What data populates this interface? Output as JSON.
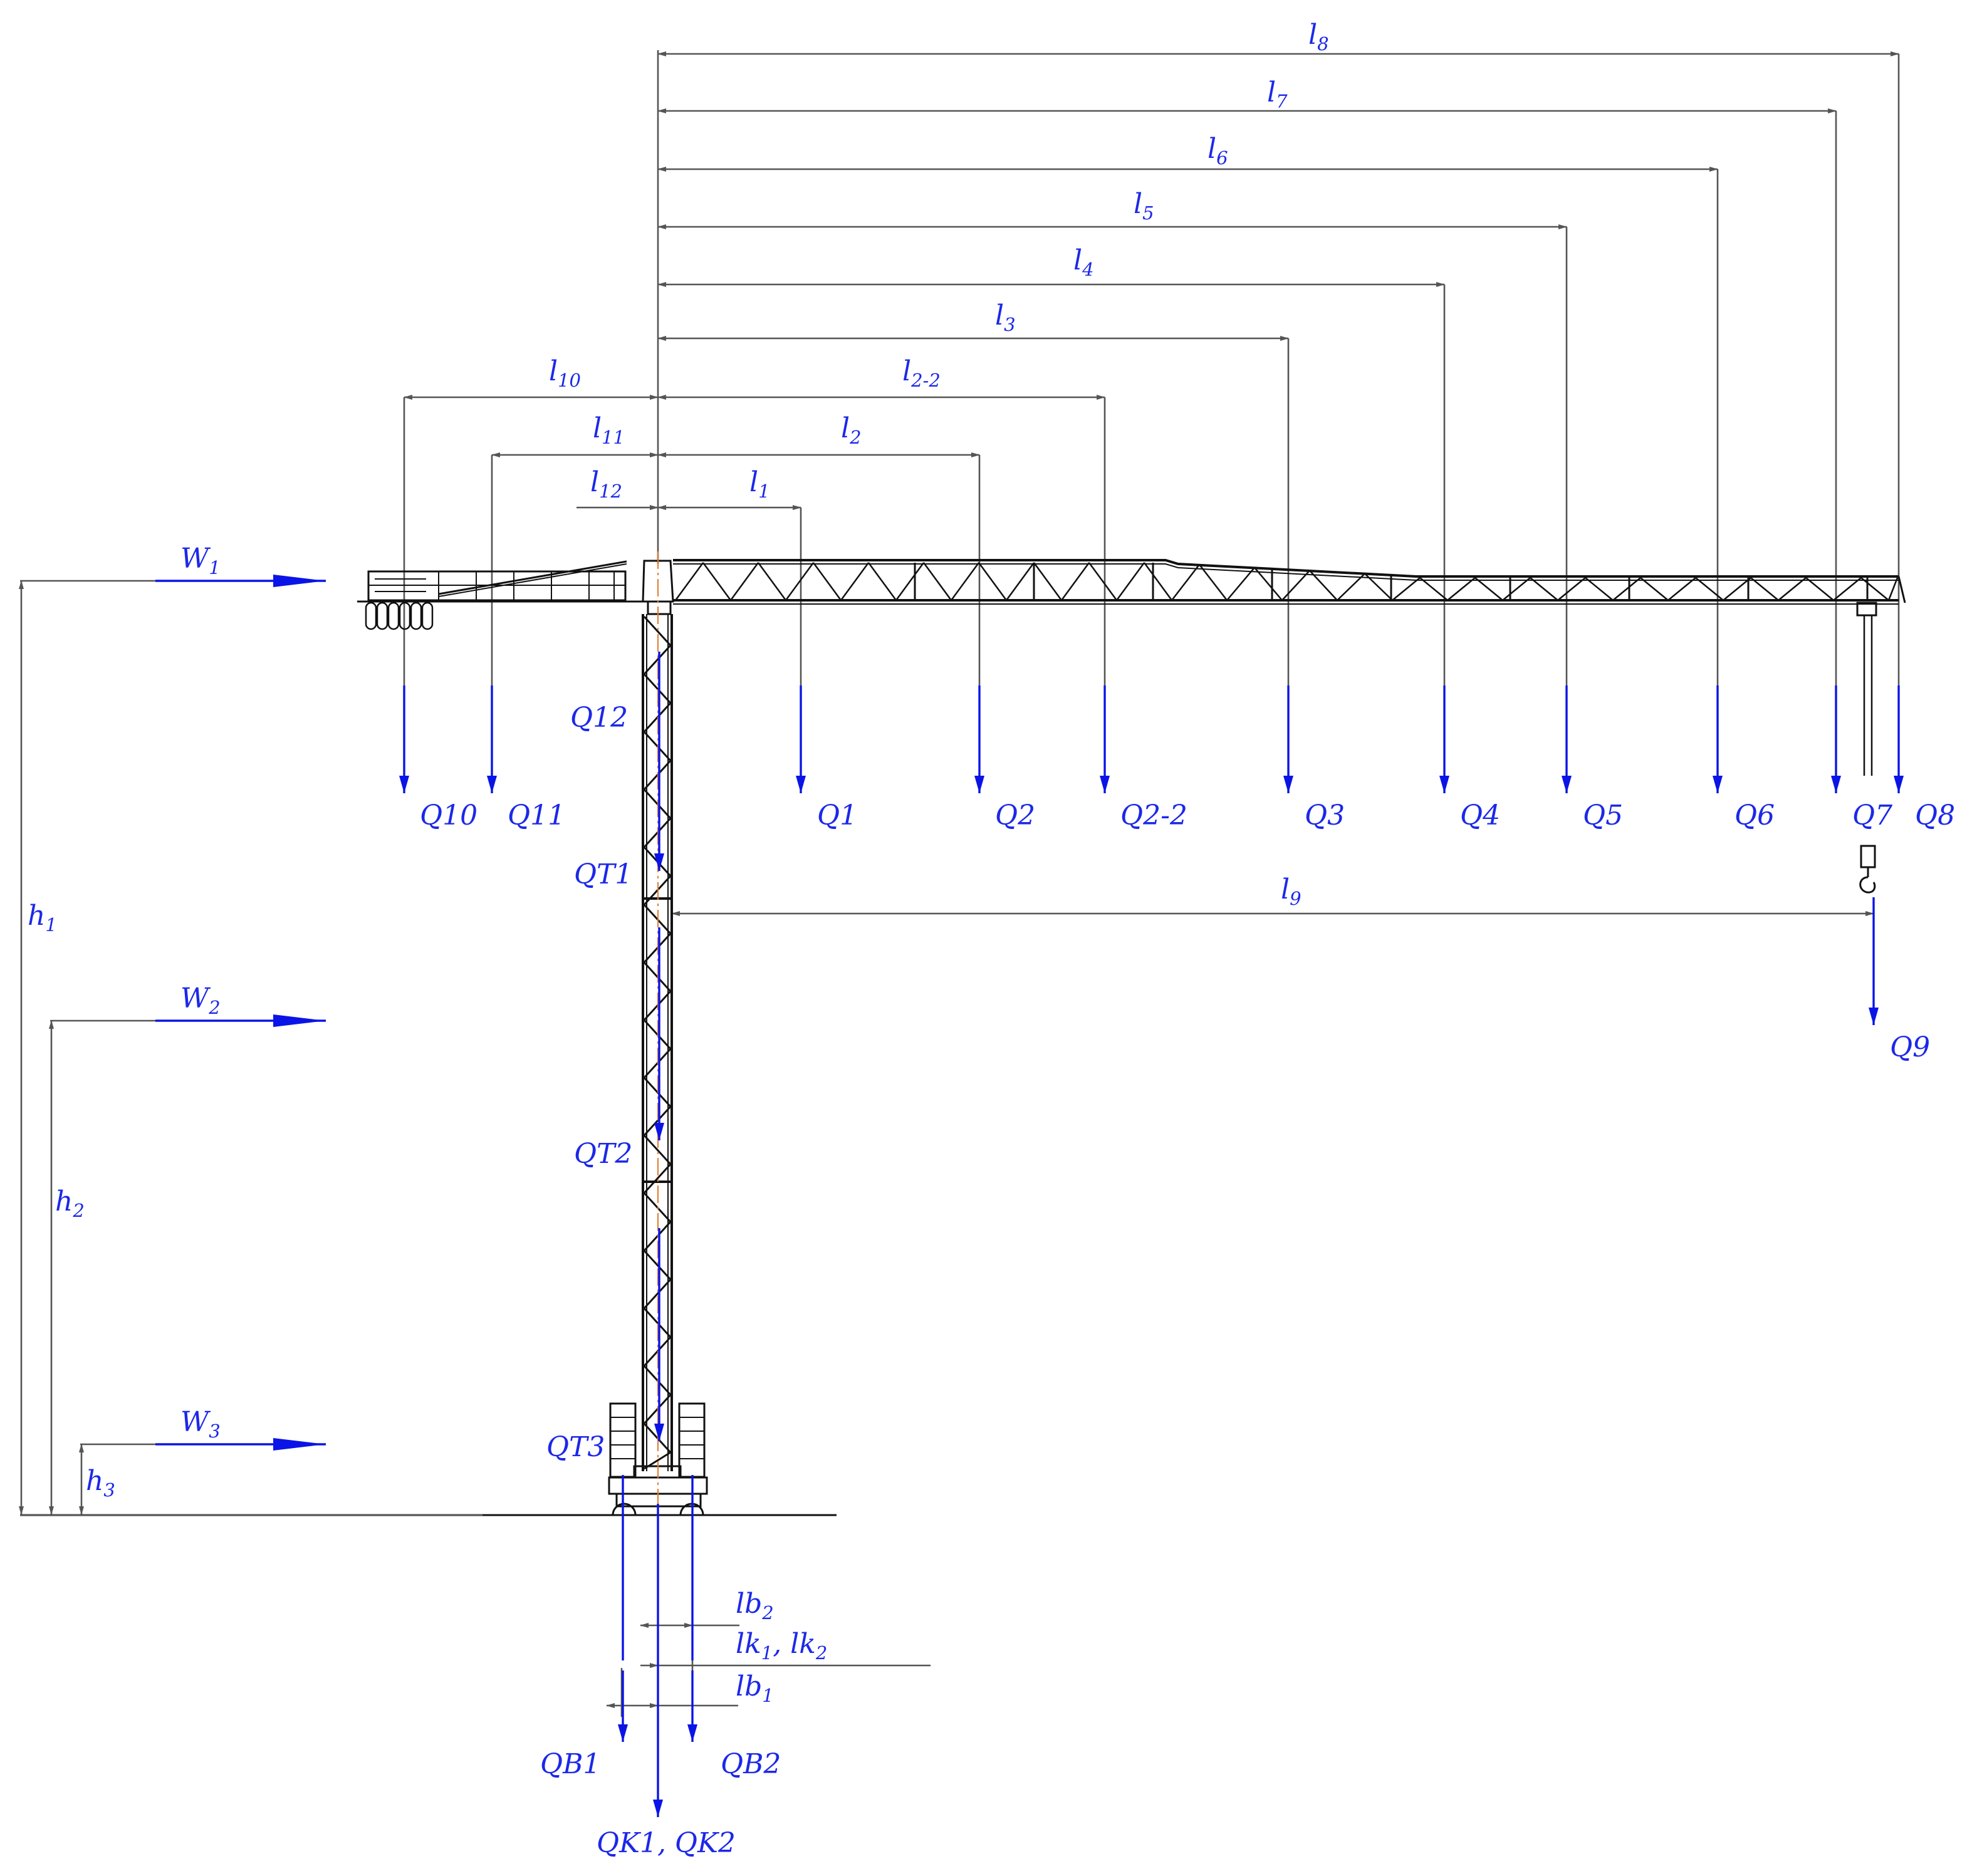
{
  "colors": {
    "load_arrow": "#0a14e6",
    "label_text": "#1c28e8",
    "dimension_line": "#555555",
    "structure": "#111111",
    "centerline": "#e07a30"
  },
  "icons": {
    "arrow_head": "filled-triangle-arrowhead",
    "crane_hook": "hook-block"
  },
  "loads": [
    {
      "id": "Q10",
      "label": "Q10"
    },
    {
      "id": "Q11",
      "label": "Q11"
    },
    {
      "id": "Q1",
      "label": "Q1"
    },
    {
      "id": "Q2",
      "label": "Q2"
    },
    {
      "id": "Q2-2",
      "label": "Q2-2"
    },
    {
      "id": "Q3",
      "label": "Q3"
    },
    {
      "id": "Q4",
      "label": "Q4"
    },
    {
      "id": "Q5",
      "label": "Q5"
    },
    {
      "id": "Q6",
      "label": "Q6"
    },
    {
      "id": "Q7",
      "label": "Q7"
    },
    {
      "id": "Q8",
      "label": "Q8"
    },
    {
      "id": "Q9",
      "label": "Q9"
    },
    {
      "id": "Q12",
      "label": "Q12"
    },
    {
      "id": "QT1",
      "label": "QT1"
    },
    {
      "id": "QT2",
      "label": "QT2"
    },
    {
      "id": "QT3",
      "label": "QT3"
    },
    {
      "id": "QB1",
      "label": "QB1"
    },
    {
      "id": "QB2",
      "label": "QB2"
    },
    {
      "id": "QK",
      "label": "QK1, QK2"
    }
  ],
  "spans": [
    {
      "id": "l8",
      "main": "l",
      "sub": "8"
    },
    {
      "id": "l7",
      "main": "l",
      "sub": "7"
    },
    {
      "id": "l6",
      "main": "l",
      "sub": "6"
    },
    {
      "id": "l5",
      "main": "l",
      "sub": "5"
    },
    {
      "id": "l4",
      "main": "l",
      "sub": "4"
    },
    {
      "id": "l3",
      "main": "l",
      "sub": "3"
    },
    {
      "id": "l2-2",
      "main": "l",
      "sub": "2-2"
    },
    {
      "id": "l10",
      "main": "l",
      "sub": "10"
    },
    {
      "id": "l11",
      "main": "l",
      "sub": "11"
    },
    {
      "id": "l2",
      "main": "l",
      "sub": "2"
    },
    {
      "id": "l12",
      "main": "l",
      "sub": "12"
    },
    {
      "id": "l1",
      "main": "l",
      "sub": "1"
    },
    {
      "id": "l9",
      "main": "l",
      "sub": "9"
    }
  ],
  "heights": [
    {
      "id": "h1",
      "main": "h",
      "sub": "1"
    },
    {
      "id": "h2",
      "main": "h",
      "sub": "2"
    },
    {
      "id": "h3",
      "main": "h",
      "sub": "3"
    }
  ],
  "winds": [
    {
      "id": "W1",
      "main": "W",
      "sub": "1"
    },
    {
      "id": "W2",
      "main": "W",
      "sub": "2"
    },
    {
      "id": "W3",
      "main": "W",
      "sub": "3"
    }
  ],
  "base_dims": {
    "lb2": {
      "main": "lb",
      "sub": "2"
    },
    "lk": {
      "a": "lk",
      "a_sub": "1",
      "sep": ", lk",
      "b_sub": "2"
    },
    "lb1": {
      "main": "lb",
      "sub": "1"
    }
  }
}
